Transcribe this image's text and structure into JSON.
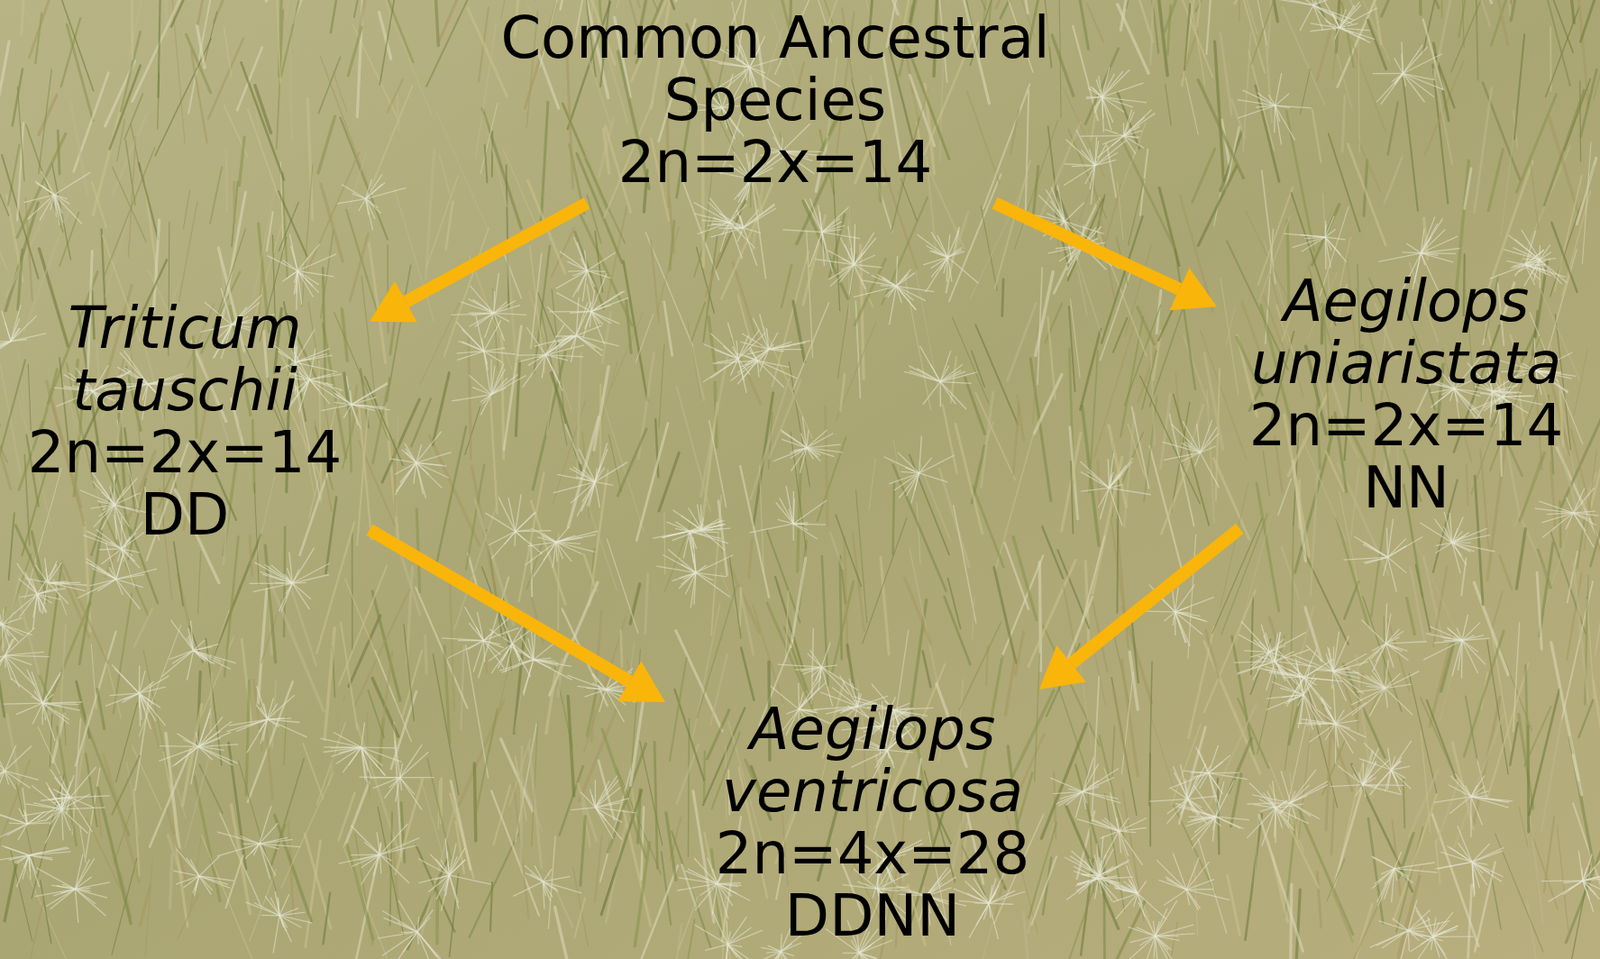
{
  "diagram": {
    "nodes": [
      {
        "text": [
          "Common Ancestral Species",
          "2n=2x=14"
        ]
      },
      {
        "text": [
          "Triticum tauschii",
          "2n=2x=14",
          "DD"
        ]
      },
      {
        "text": [
          "Aegilops uniaristata",
          "2n=2x=14",
          "NN"
        ]
      },
      {
        "text": [
          "Aegilops ventricosa",
          "2n=4x=28",
          "DDNN"
        ]
      }
    ],
    "edges": [
      {
        "from": 0,
        "to": 1,
        "arrow": "to"
      },
      {
        "from": 0,
        "to": 2,
        "arrow": "to"
      },
      {
        "from": 1,
        "to": 3,
        "arrow": "to"
      },
      {
        "from": 2,
        "to": 3,
        "arrow": "to"
      }
    ]
  }
}
